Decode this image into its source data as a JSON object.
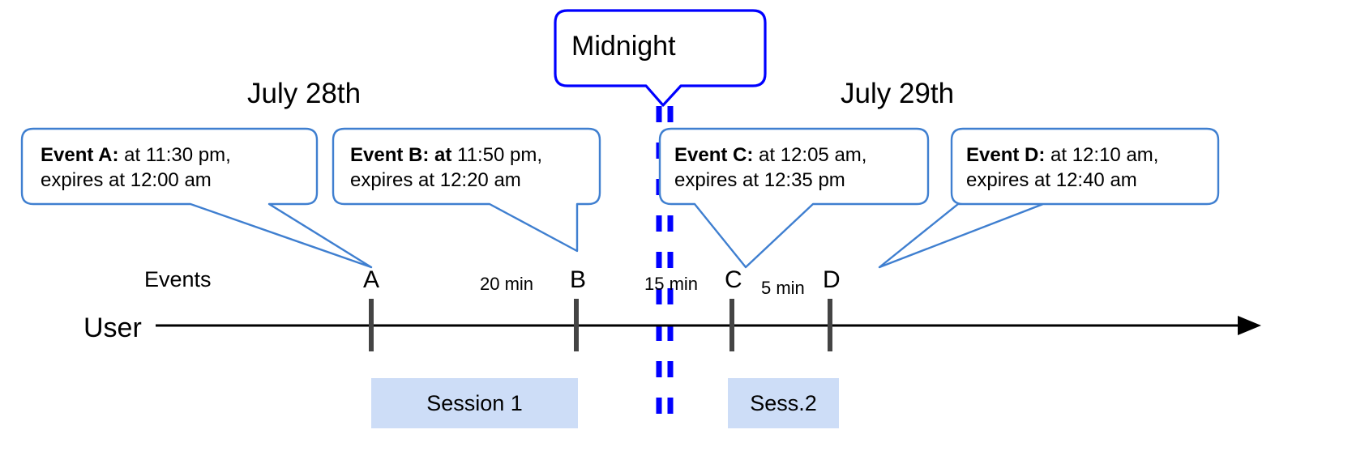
{
  "diagram": {
    "title_midnight": "Midnight",
    "dates": {
      "left": "July 28th",
      "right": "July 29th"
    },
    "row_labels": {
      "events": "Events",
      "user": "User"
    },
    "events": [
      {
        "letter": "A",
        "label_bold": "Event A:",
        "label_rest": " at 11:30 pm,",
        "line2": "expires at 12:00 am",
        "start": "11:30 pm",
        "expires": "12:00 am"
      },
      {
        "letter": "B",
        "label_bold": "Event B: at",
        "label_rest": " 11:50 pm,",
        "line2": "expires at 12:20 am",
        "start": "11:50 pm",
        "expires": "12:20 am"
      },
      {
        "letter": "C",
        "label_bold": "Event C:",
        "label_rest": " at 12:05 am,",
        "line2": "expires at 12:35 pm",
        "start": "12:05 am",
        "expires": "12:35 pm"
      },
      {
        "letter": "D",
        "label_bold": "Event D:",
        "label_rest": "  at 12:10 am,",
        "line2": "expires at 12:40 am",
        "start": "12:10 am",
        "expires": "12:40 am"
      }
    ],
    "gaps": [
      {
        "id": "a-to-b",
        "label": "20 min"
      },
      {
        "id": "b-to-c",
        "label": "15 min"
      },
      {
        "id": "c-to-d",
        "label": "5 min"
      }
    ],
    "sessions": [
      {
        "id": "session-1",
        "label": "Session 1"
      },
      {
        "id": "session-2",
        "label": "Sess.2"
      }
    ],
    "colors": {
      "callout_stroke": "#3f7fd0",
      "midnight_stroke": "#0000ff",
      "session_fill": "#cdddf7",
      "axis": "#000000",
      "tick": "#444444",
      "text": "#000000"
    }
  }
}
